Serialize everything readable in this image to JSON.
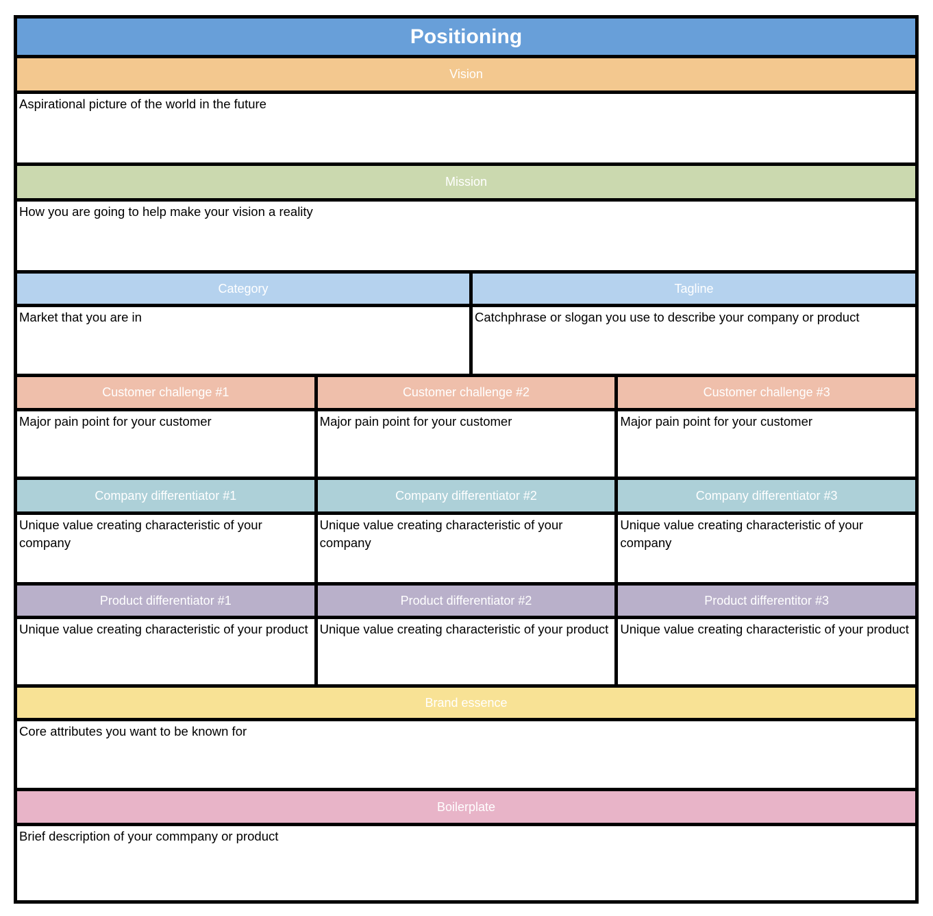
{
  "page": {
    "title": "Positioning"
  },
  "theme": {
    "title_bg": "#689fd9",
    "vision_bg": "#f3c88f",
    "mission_bg": "#cbd9af",
    "category_tagline_bg": "#b5d2ee",
    "customer_challenge_bg": "#efbfab",
    "company_differentiator_bg": "#add0d8",
    "product_differentiator_bg": "#b9b0ca",
    "brand_essence_bg": "#f8e295",
    "boilerplate_bg": "#e8b4c8",
    "border": "#000000",
    "header_text": "#ffffff",
    "body_text": "#000000"
  },
  "vision": {
    "label": "Vision",
    "body": "Aspirational picture of the world in the future"
  },
  "mission": {
    "label": "Mission",
    "body": "How you are going to help make your vision a reality"
  },
  "category": {
    "label": "Category",
    "body": "Market that you are in"
  },
  "tagline": {
    "label": "Tagline",
    "body": "Catchphrase or slogan you use to describe your company or product"
  },
  "challenges": [
    {
      "label": "Customer challenge #1",
      "body": "Major pain point for your customer"
    },
    {
      "label": "Customer challenge #2",
      "body": "Major pain point for your customer"
    },
    {
      "label": "Customer challenge #3",
      "body": "Major pain point for your customer"
    }
  ],
  "company_differentiators": [
    {
      "label": "Company differentiator #1",
      "body": "Unique value creating characteristic of your company"
    },
    {
      "label": "Company differentiator #2",
      "body": "Unique value creating characteristic of your company"
    },
    {
      "label": "Company differentiator #3",
      "body": "Unique value creating characteristic of your company"
    }
  ],
  "product_differentiators": [
    {
      "label": "Product differentiator #1",
      "body": "Unique value creating characteristic of your product"
    },
    {
      "label": "Product differentiator #2",
      "body": "Unique value creating characteristic of your product"
    },
    {
      "label": "Product differentitor #3",
      "body": "Unique value creating characteristic of your product"
    }
  ],
  "brand_essence": {
    "label": "Brand essence",
    "body": "Core attributes you want to be known for"
  },
  "boilerplate": {
    "label": "Boilerplate",
    "body": "Brief description of your commpany or product"
  }
}
